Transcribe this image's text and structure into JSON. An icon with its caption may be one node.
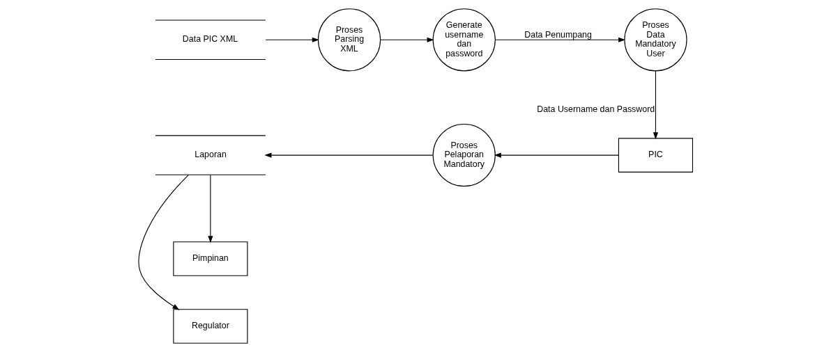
{
  "diagram": {
    "nodes": [
      {
        "text": [
          "Data PIC XML"
        ]
      },
      {
        "text": [
          "Proses Parsing XML"
        ]
      },
      {
        "text": [
          "Generate username dan password"
        ]
      },
      {
        "text": [
          "Proses Data Mandatory User"
        ]
      },
      {
        "text": [
          "PIC"
        ]
      },
      {
        "text": [
          "Proses Pelaporan Mandatory"
        ]
      },
      {
        "text": [
          "Laporan"
        ]
      },
      {
        "text": [
          "Regulator"
        ]
      },
      {
        "text": [
          "Pimpinan"
        ]
      }
    ],
    "edges": [
      {
        "from": 0,
        "to": 1,
        "arrow": "to"
      },
      {
        "from": 1,
        "to": 2,
        "arrow": "to"
      },
      {
        "from": 2,
        "to": 3,
        "arrow": "to",
        "label": "Data Penumpang"
      },
      {
        "from": 3,
        "to": 4,
        "arrow": "to",
        "label": "Data Username dan Password"
      },
      {
        "from": 4,
        "to": 5,
        "arrow": "to"
      },
      {
        "from": 5,
        "to": 6,
        "arrow": "to"
      },
      {
        "from": 6,
        "to": 7,
        "arrow": "to"
      },
      {
        "from": 6,
        "to": 8,
        "arrow": "to"
      }
    ]
  }
}
